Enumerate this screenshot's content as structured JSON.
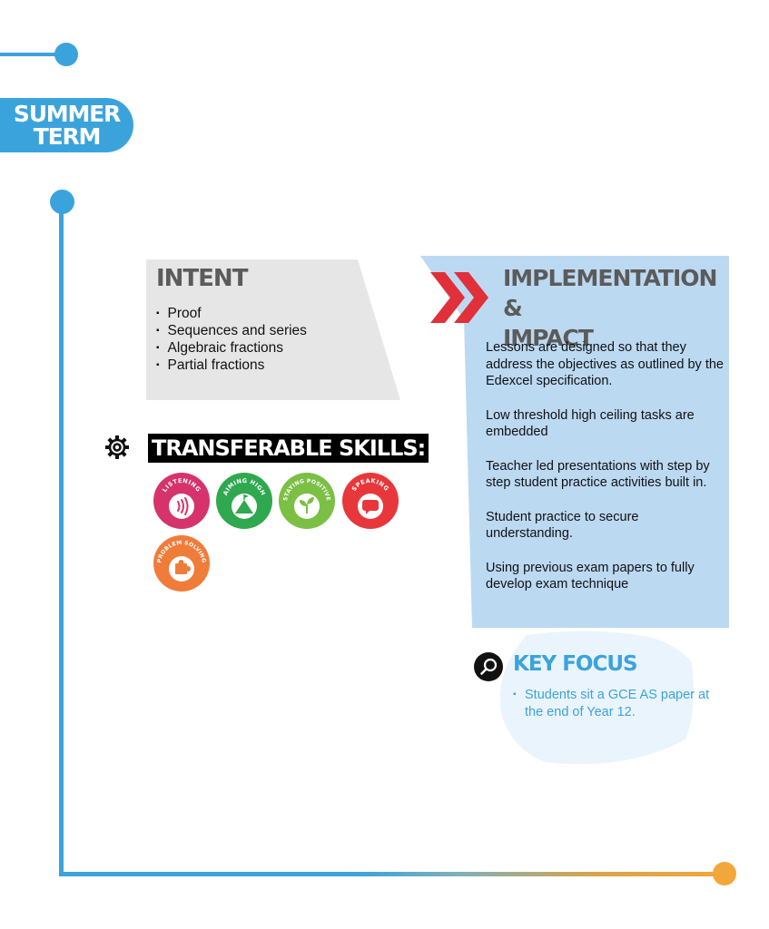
{
  "term": {
    "line1": "SUMMER",
    "line2": "TERM"
  },
  "intent": {
    "title": "INTENT",
    "items": [
      "Proof",
      "Sequences and series",
      "Algebraic fractions",
      "Partial fractions"
    ]
  },
  "implementation": {
    "title_line1": "IMPLEMENTATION &",
    "title_line2": "IMPACT",
    "paragraphs": [
      "Lessons are designed so that they address the objectives as outlined by the Edexcel specification.",
      "Low threshold high ceiling tasks are embedded",
      "Teacher led presentations with step by step student practice activities built in.",
      "Student practice to secure understanding.",
      "Using previous exam papers to fully develop exam technique"
    ]
  },
  "skills": {
    "heading": "TRANSFERABLE SKILLS:",
    "badges": [
      {
        "label": "LISTENING",
        "icon": "sound-waves-icon",
        "color": "#d6336c"
      },
      {
        "label": "AIMING HIGH",
        "icon": "mountain-flag-icon",
        "color": "#2fa84f"
      },
      {
        "label": "STAYING POSITIVE",
        "icon": "sprout-icon",
        "color": "#7bbf45"
      },
      {
        "label": "SPEAKING",
        "icon": "speech-bubble-icon",
        "color": "#e8373a"
      },
      {
        "label": "PROBLEM SOLVING",
        "icon": "puzzle-piece-icon",
        "color": "#f07c3a"
      }
    ]
  },
  "key_focus": {
    "title": "KEY FOCUS",
    "items": [
      "Students sit a GCE AS paper at the end of Year 12."
    ]
  },
  "colors": {
    "accent": "#3ba3dc",
    "orange": "#f3a63a",
    "panel_grey": "#e6e6e6",
    "panel_blue": "#bcd9f2",
    "chevron": "#e0303a"
  }
}
